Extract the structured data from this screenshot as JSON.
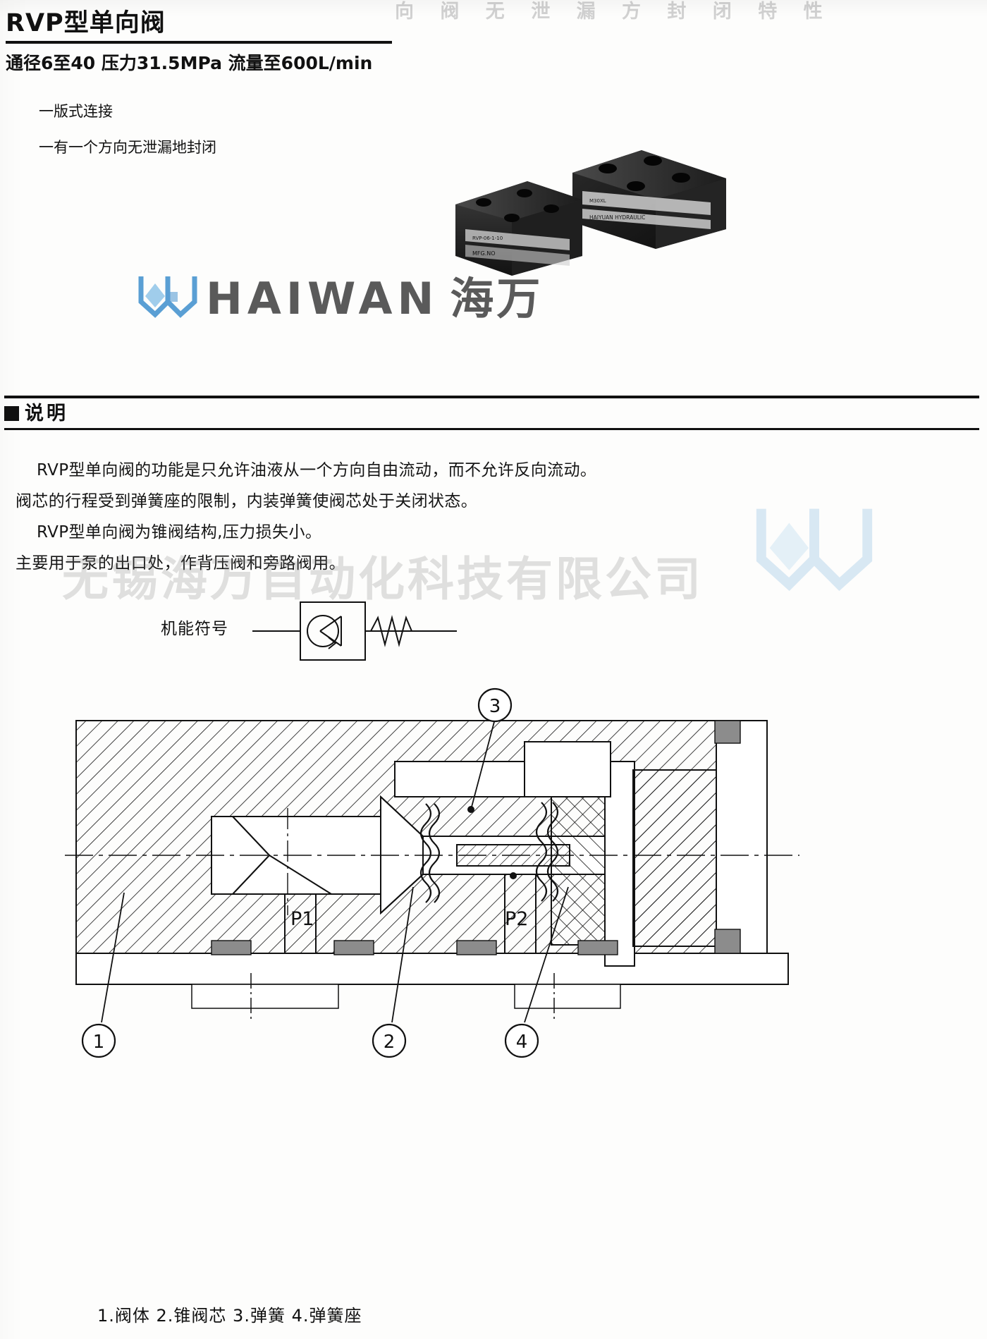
{
  "page": {
    "ghost_top_text": "向 阀 无 泄 漏 方 封 闭 特 性"
  },
  "header": {
    "title": "RVP型单向阀",
    "subtitle": "通径6至40   压力31.5MPa   流量至600L/min",
    "bullets": [
      "一版式连接",
      "一有一个方向无泄漏地封闭"
    ]
  },
  "brand": {
    "mark_name": "haiwan-hw-monogram",
    "latin": "HAIWAN",
    "chinese": "海万",
    "color": "#5a9fd4",
    "text_color": "#5a5a5a"
  },
  "section": {
    "marker": "■",
    "title": "说明",
    "paragraphs": [
      "RVP型单向阀的功能是只允许油液从一个方向自由流动，而不允许反向流动。",
      "阀芯的行程受到弹簧座的限制，内装弹簧使阀芯处于关闭状态。",
      "RVP型单向阀为锥阀结构,压力损失小。",
      "主要用于泵的出口处，作背压阀和旁路阀用。"
    ]
  },
  "watermark": {
    "text": "无锡海万自动化科技有限公司"
  },
  "symbol": {
    "label": "机能符号",
    "name": "check-valve-with-spring-symbol"
  },
  "drawing": {
    "port_labels": [
      "P1",
      "P2"
    ],
    "callouts": [
      "1",
      "2",
      "3",
      "4"
    ],
    "legend": "1.阀体  2.锥阀芯  3.弹簧  4.弹簧座"
  },
  "photo": {
    "front_block_text": "MFG.NO",
    "rear_block_text": "HAIYUAN HYDRAULIC",
    "rear_block_code": "M30XL"
  }
}
